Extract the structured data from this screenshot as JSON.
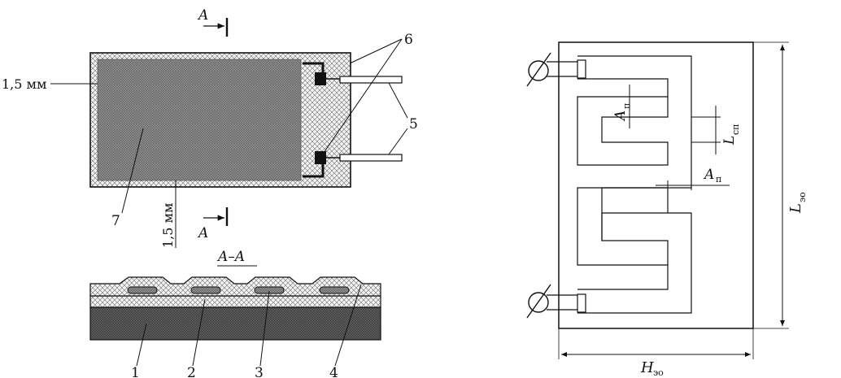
{
  "section_marker": "A",
  "section_title": "A–A",
  "dim_left": "1,5 мм",
  "dim_bottom": "1,5 мм",
  "callouts": {
    "n1": "1",
    "n2": "2",
    "n3": "3",
    "n4": "4",
    "n5": "5",
    "n6": "6",
    "n7": "7"
  },
  "right_labels": {
    "A_main": "A",
    "A_sub": "п",
    "L_main": "L",
    "L_sub": "сп",
    "Lh_main": "L",
    "Lh_sub": "эо",
    "H_main": "H",
    "H_sub": "эо"
  },
  "colors": {
    "ink": "#111111",
    "core_fill": "#8a8a8a",
    "base_fill": "#5a5a5a"
  }
}
